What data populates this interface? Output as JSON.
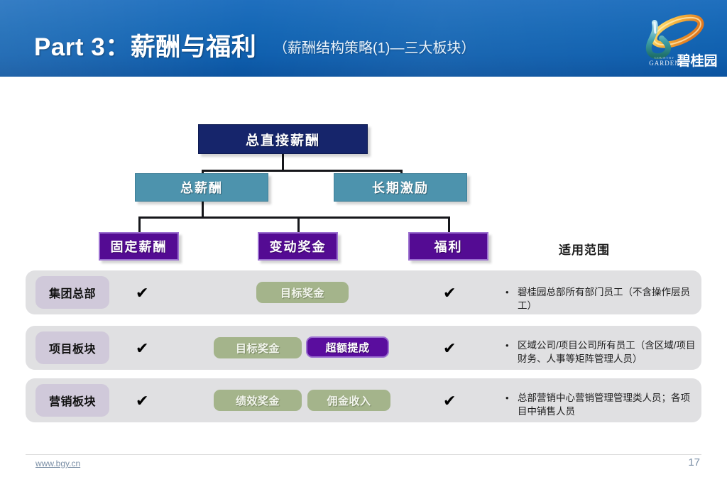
{
  "header": {
    "title_main": "Part 3：薪酬与福利",
    "title_sub": "（薪酬结构策略(1)—三大板块）",
    "brand_logo_name": "country-garden-logo",
    "bg_color": "#1567b5"
  },
  "tree": {
    "root": {
      "label": "总直接薪酬",
      "color": "#16256b"
    },
    "level2": [
      {
        "label": "总薪酬",
        "color": "#4d93ad"
      },
      {
        "label": "长期激励",
        "color": "#4d93ad"
      }
    ],
    "level3": [
      {
        "label": "固定薪酬",
        "color": "#540b93"
      },
      {
        "label": "变动奖金",
        "color": "#540b93"
      },
      {
        "label": "福利",
        "color": "#540b93"
      }
    ]
  },
  "table": {
    "scope_heading": "适用范围",
    "rows": [
      {
        "label": "集团总部",
        "fixed_check": "✔",
        "benefit_check": "✔",
        "badges": [
          {
            "text": "目标奖金",
            "color": "#a4b48b",
            "style": "green"
          }
        ],
        "scope": "碧桂园总部所有部门员工（不含操作层员工）"
      },
      {
        "label": "项目板块",
        "fixed_check": "✔",
        "benefit_check": "✔",
        "badges": [
          {
            "text": "目标奖金",
            "color": "#a4b48b",
            "style": "green"
          },
          {
            "text": "超额提成",
            "color": "#5a0d9e",
            "style": "purple"
          }
        ],
        "scope": "区域公司/项目公司所有员工（含区域/项目财务、人事等矩阵管理人员）"
      },
      {
        "label": "营销板块",
        "fixed_check": "✔",
        "benefit_check": "✔",
        "badges": [
          {
            "text": "绩效奖金",
            "color": "#a4b48b",
            "style": "green"
          },
          {
            "text": "佣金收入",
            "color": "#a4b48b",
            "style": "green"
          }
        ],
        "scope": "总部营销中心营销管理管理类人员；各项目中销售人员"
      }
    ],
    "bullet_glyph": "•"
  },
  "footer": {
    "url": "www.bgy.cn",
    "page_number": "17"
  }
}
